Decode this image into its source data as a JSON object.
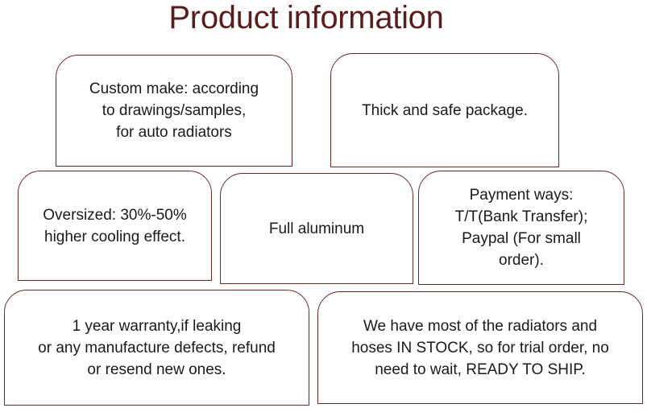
{
  "title": "Product information",
  "boxes": {
    "custom": "Custom make: according\nto drawings/samples,\nfor auto radiators",
    "package": "Thick and safe package.",
    "oversized": "Oversized: 30%-50%\nhigher cooling effect.",
    "aluminum": "Full aluminum",
    "payment": "Payment ways:\nT/T(Bank Transfer);\nPaypal (For small\norder).",
    "warranty": "1 year warranty,if leaking\nor any manufacture defects, refund\nor resend new ones.",
    "stock": "We have most of the radiators and\nhoses IN STOCK, so for trial order, no\nneed to wait, READY TO SHIP."
  },
  "colors": {
    "title": "#5a1c1c",
    "border": "#6b2a2a",
    "text": "#1a1a1a"
  }
}
